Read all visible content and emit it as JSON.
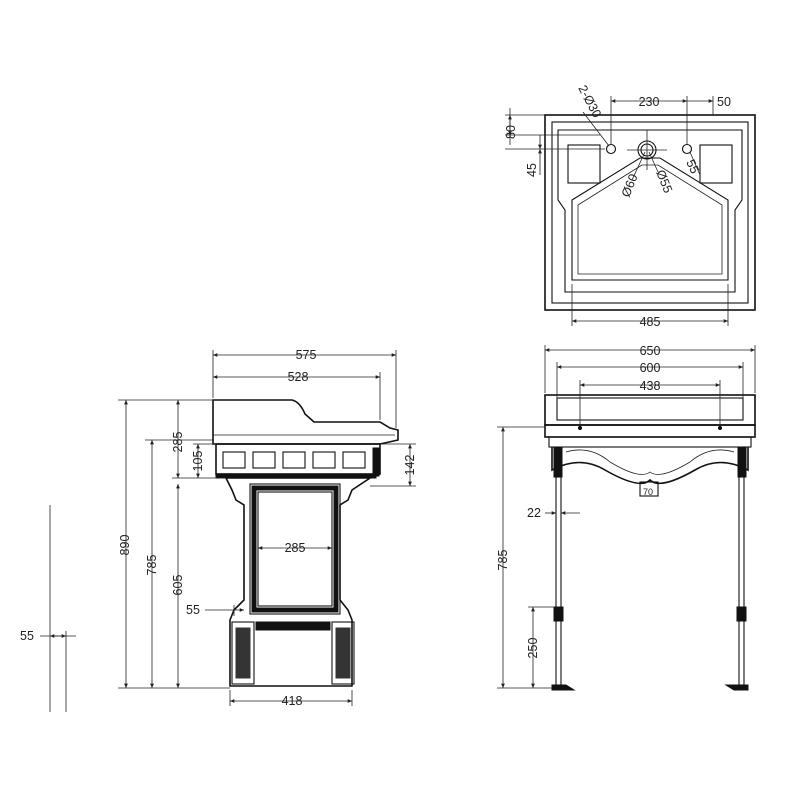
{
  "top_view": {
    "hole_spacing": "230",
    "edge_offset": "50",
    "tap_holes": "2-Ø30",
    "depth_80": "80",
    "depth_45": "45",
    "waste_60": "Ø60",
    "waste_55": "Ø55",
    "offset_55": "55",
    "bowl_width": "485"
  },
  "side_view": {
    "overall_depth": "575",
    "bowl_depth": "528",
    "height_890": "890",
    "height_785": "785",
    "dim_285_top": "285",
    "dim_105": "105",
    "dim_142": "142",
    "height_605": "605",
    "dim_285_mid": "285",
    "dim_55": "55",
    "base_418": "418"
  },
  "front_view": {
    "width_650": "650",
    "width_600": "600",
    "width_438": "438",
    "dim_22": "22",
    "dim_70": "70",
    "height_785": "785",
    "dim_250": "250"
  },
  "scale_marker": {
    "dim_55": "55"
  }
}
